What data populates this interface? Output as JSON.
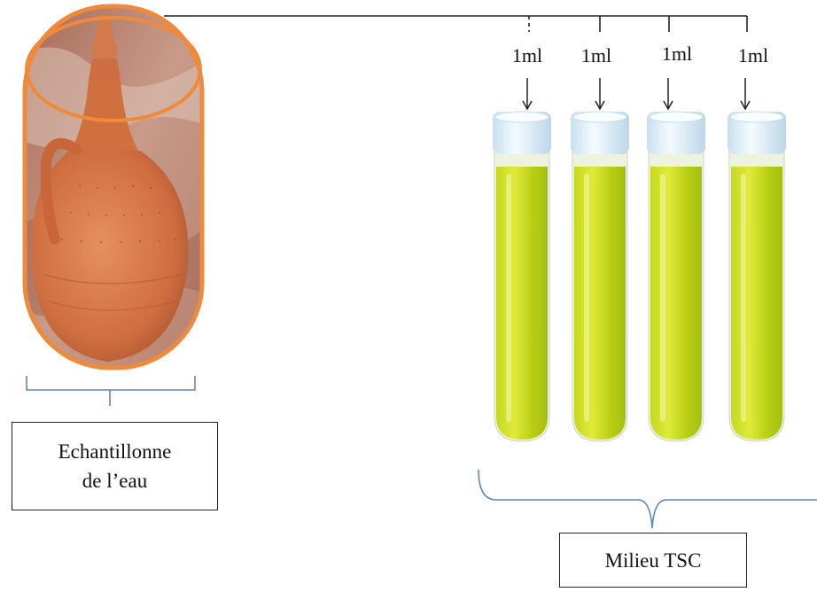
{
  "sample": {
    "label_line1": "Echantillonne",
    "label_line2": "de l’eau"
  },
  "tubes": [
    {
      "volume": "1ml"
    },
    {
      "volume": "1ml"
    },
    {
      "volume": "1ml"
    },
    {
      "volume": "1ml"
    }
  ],
  "medium": {
    "label": "Milieu TSC"
  },
  "colors": {
    "jar": "#d9774a",
    "jar_outline": "#ef8a3a",
    "tube_liquid": "#b8d118",
    "tube_cap": "#d7ecf7",
    "brace": "#5a86c2"
  }
}
